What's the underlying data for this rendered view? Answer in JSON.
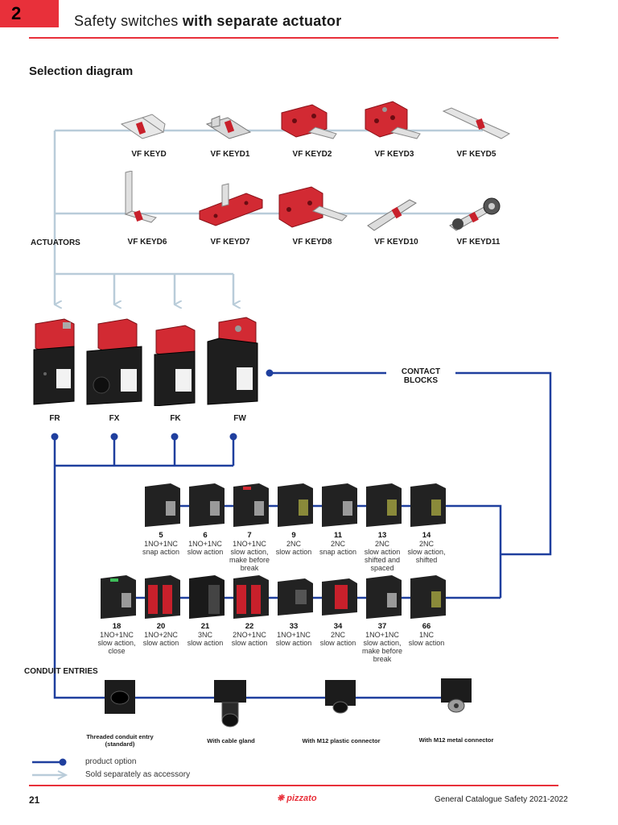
{
  "header": {
    "chapter": "2",
    "title_regular": "Safety switches ",
    "title_bold": "with separate actuator"
  },
  "section_title": "Selection diagram",
  "actuators": {
    "label": "ACTUATORS",
    "row1": [
      "VF KEYD",
      "VF KEYD1",
      "VF KEYD2",
      "VF KEYD3",
      "VF KEYD5"
    ],
    "row2": [
      "VF KEYD6",
      "VF KEYD7",
      "VF KEYD8",
      "VF KEYD10",
      "VF KEYD11"
    ]
  },
  "switches": [
    "FR",
    "FX",
    "FK",
    "FW"
  ],
  "contact_blocks": {
    "label_line1": "CONTACT",
    "label_line2": "BLOCKS",
    "row1": [
      {
        "num": "5",
        "lines": [
          "1NO+1NC",
          "snap action"
        ]
      },
      {
        "num": "6",
        "lines": [
          "1NO+1NC",
          "slow action"
        ]
      },
      {
        "num": "7",
        "lines": [
          "1NO+1NC",
          "slow action,",
          "make before",
          "break"
        ]
      },
      {
        "num": "9",
        "lines": [
          "2NC",
          "slow action"
        ]
      },
      {
        "num": "11",
        "lines": [
          "2NC",
          "snap action"
        ]
      },
      {
        "num": "13",
        "lines": [
          "2NC",
          "slow action",
          "shifted and",
          "spaced"
        ]
      },
      {
        "num": "14",
        "lines": [
          "2NC",
          "slow action,",
          "shifted"
        ]
      }
    ],
    "row2": [
      {
        "num": "18",
        "lines": [
          "1NO+1NC",
          "slow action,",
          "close"
        ]
      },
      {
        "num": "20",
        "lines": [
          "1NO+2NC",
          "slow action"
        ]
      },
      {
        "num": "21",
        "lines": [
          "3NC",
          "slow action"
        ]
      },
      {
        "num": "22",
        "lines": [
          "2NO+1NC",
          "slow action"
        ]
      },
      {
        "num": "33",
        "lines": [
          "1NO+1NC",
          "slow action"
        ]
      },
      {
        "num": "34",
        "lines": [
          "2NC",
          "slow action"
        ]
      },
      {
        "num": "37",
        "lines": [
          "1NO+1NC",
          "slow action,",
          "make before",
          "break"
        ]
      },
      {
        "num": "66",
        "lines": [
          "1NC",
          "slow action"
        ]
      }
    ]
  },
  "conduit": {
    "label": "CONDUIT ENTRIES",
    "items": [
      {
        "line1": "Threaded conduit entry",
        "line2": "(standard)"
      },
      {
        "line1": "With cable gland",
        "line2": ""
      },
      {
        "line1": "With M12 plastic connector",
        "line2": ""
      },
      {
        "line1": "With M12 metal connector",
        "line2": ""
      }
    ]
  },
  "legend": {
    "option": "product option",
    "accessory": "Sold separately as accessory"
  },
  "footer": {
    "page": "21",
    "brand": "pizzato",
    "catalogue": "General Catalogue Safety 2021-2022"
  },
  "colors": {
    "red": "#e8303a",
    "navy": "#1f3f9e",
    "lightblue": "#b9ccd9",
    "black": "#1c1c1c",
    "switchred": "#c8202b"
  }
}
